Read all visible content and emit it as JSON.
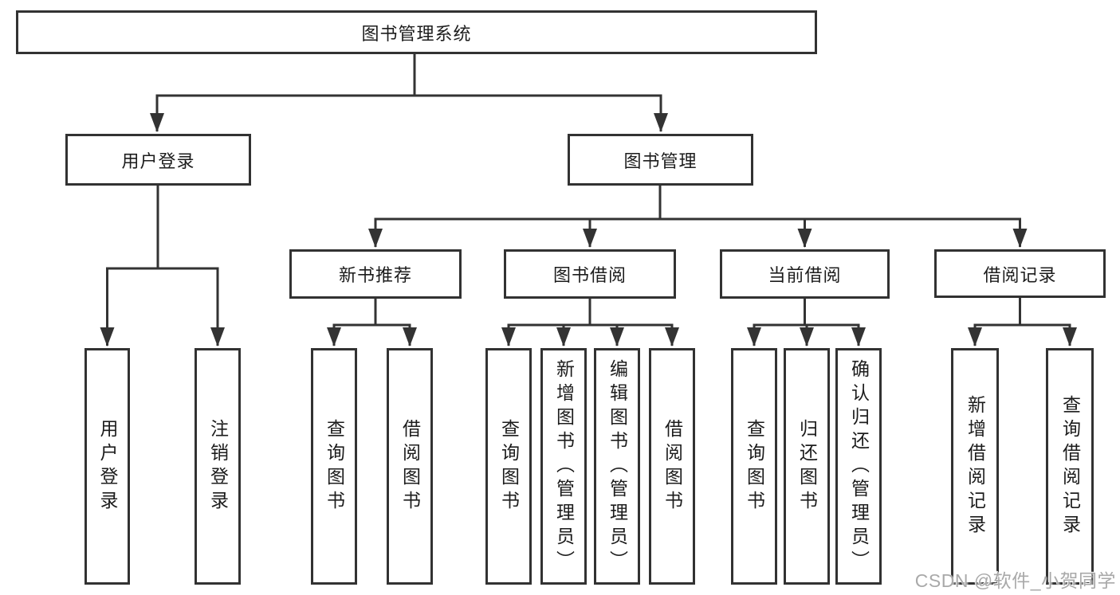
{
  "diagram": {
    "title": "图书管理系统",
    "level2": [
      {
        "label": "用户登录"
      },
      {
        "label": "图书管理"
      }
    ],
    "level3": [
      {
        "label": "新书推荐"
      },
      {
        "label": "图书借阅"
      },
      {
        "label": "当前借阅"
      },
      {
        "label": "借阅记录"
      }
    ],
    "leaves": {
      "login": [
        "用户登录",
        "注销登录"
      ],
      "newbook": [
        "查询图书",
        "借阅图书"
      ],
      "borrow": [
        "查询图书",
        "新增图书（管理员）",
        "编辑图书（管理员）",
        "借阅图书"
      ],
      "current": [
        "查询图书",
        "归还图书",
        "确认归还（管理员）"
      ],
      "record": [
        "新增借阅记录",
        "查询借阅记录"
      ]
    }
  },
  "watermark": "CSDN @软件_小贺同学",
  "colors": {
    "line": "#333333",
    "box_border": "#323232",
    "box_fill": "#ffffff",
    "text": "#1c1c1c",
    "watermark": "#a9a9a9",
    "background": "#ffffff"
  }
}
